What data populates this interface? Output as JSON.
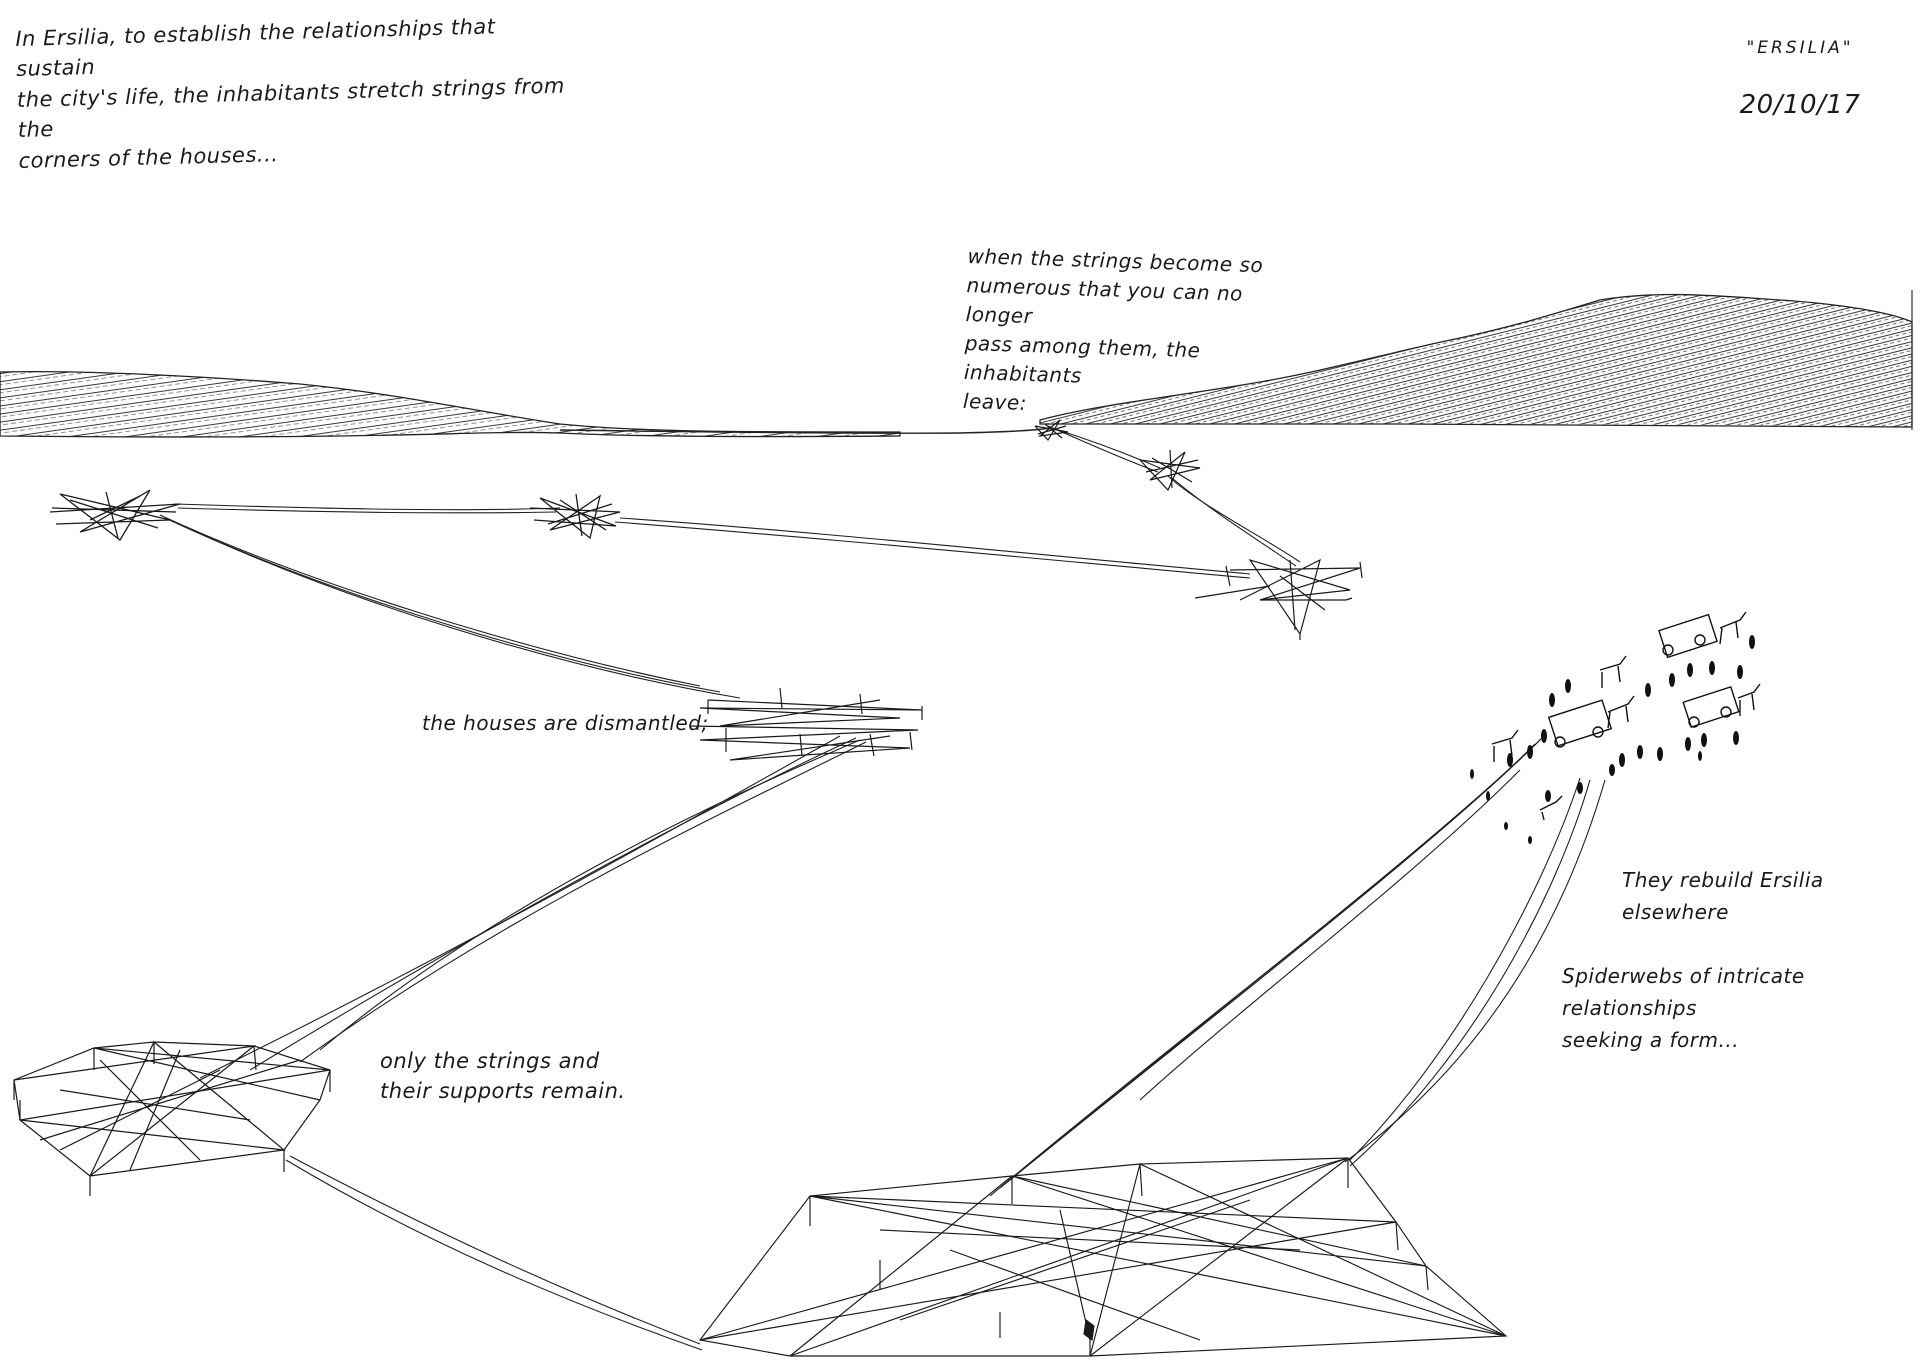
{
  "title": "\"ERSILIA\"",
  "date": "20/10/17",
  "notes": {
    "intro": "In Ersilia, to establish the relationships that sustain\nthe city's life, the inhabitants stretch strings from the\ncorners of the houses...",
    "leave": "when the strings become so\nnumerous that you can no longer\npass among them, the inhabitants\nleave:",
    "dismantled": "the houses are dismantled;",
    "remain": "only the strings and\ntheir supports remain.",
    "rebuild_1": "They rebuild Ersilia elsewhere",
    "rebuild_2": "Spiderwebs of intricate relationships\nseeking a form..."
  },
  "colors": {
    "ink": "#1a1a1a",
    "paper": "#ffffff"
  }
}
